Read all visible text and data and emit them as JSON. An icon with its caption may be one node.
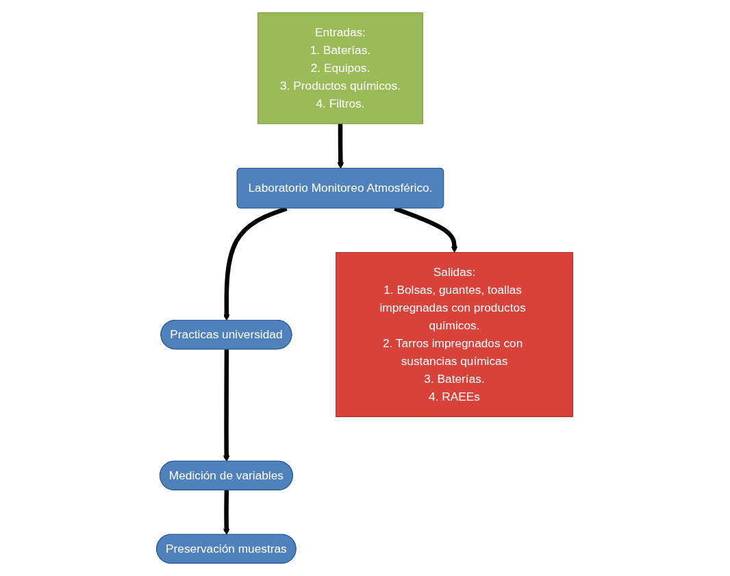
{
  "diagram": {
    "nodes": [
      {
        "text": [
          "Laboratorio Monitoreo Atmosférico."
        ]
      },
      {
        "text": [
          "Practicas universidad"
        ]
      },
      {
        "text": [
          "Medición de variables"
        ]
      },
      {
        "text": [
          "Preservación muestras"
        ]
      },
      {
        "text": [
          "Entradas:",
          "1. Baterías.",
          "2. Equipos.",
          "3. Productos químicos.",
          "4. Filtros."
        ]
      },
      {
        "text": [
          "Salidas:",
          "1. Bolsas, guantes, toallas impregnadas con productos químicos.",
          "2. Tarros impregnados con sustancias químicas",
          "3. Baterías.",
          "4. RAEEs"
        ]
      }
    ],
    "edges": [
      {
        "from": 4,
        "to": 0,
        "arrow": "to"
      },
      {
        "from": 0,
        "to": 1,
        "arrow": "to"
      },
      {
        "from": 1,
        "to": 2,
        "arrow": "to"
      },
      {
        "from": 2,
        "to": 3,
        "arrow": "to"
      },
      {
        "from": 0,
        "to": 5,
        "arrow": "to"
      }
    ]
  }
}
